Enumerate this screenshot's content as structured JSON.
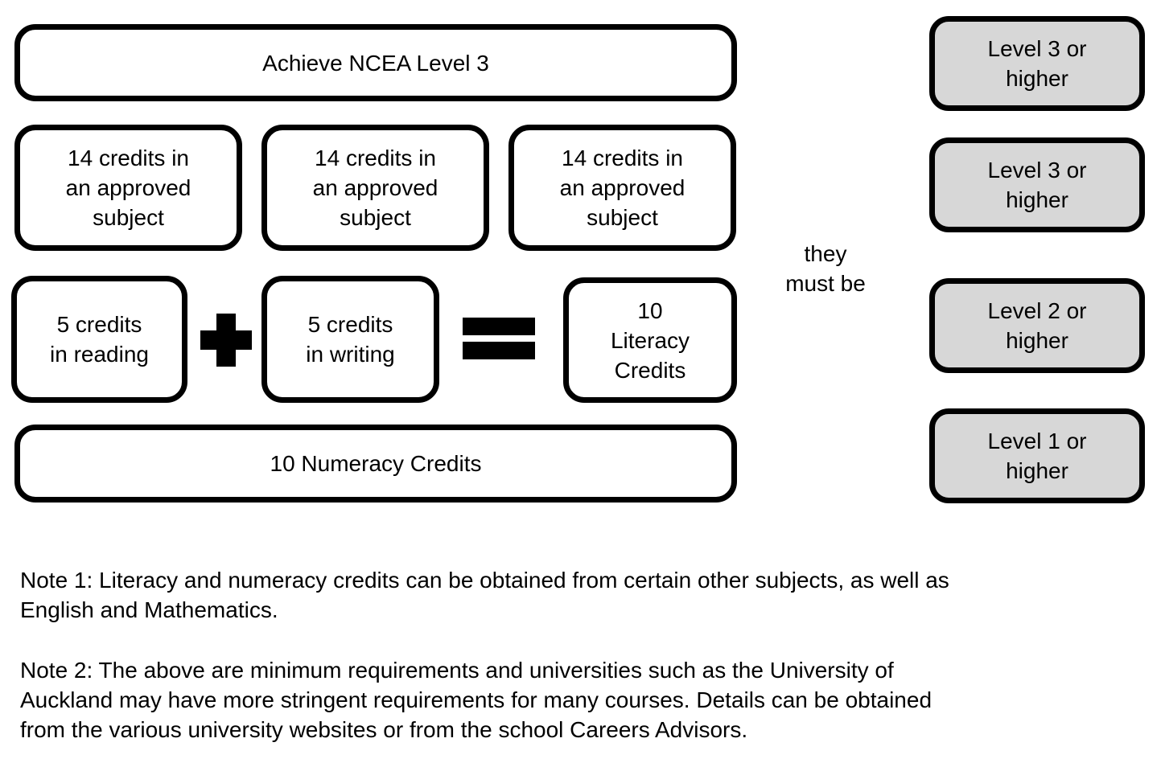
{
  "colors": {
    "background": "#ffffff",
    "box_border": "#000000",
    "box_fill_white": "#ffffff",
    "level_box_fill_gray": "#d7d7d7",
    "text": "#000000"
  },
  "flow": {
    "achieve_label": "Achieve NCEA Level 3",
    "subject_boxes": [
      {
        "label": "14 credits in\nan approved\nsubject"
      },
      {
        "label": "14 credits in\nan approved\nsubject"
      },
      {
        "label": "14 credits in\nan approved\nsubject"
      }
    ],
    "reading_label": "5 credits\nin reading",
    "plus_symbol": "+",
    "writing_label": "5 credits\nin writing",
    "equals_symbol": "=",
    "literacy_label": "10\nLiteracy\nCredits",
    "numeracy_label": "10 Numeracy Credits"
  },
  "connector": {
    "label": "they\nmust be"
  },
  "level_requirements": [
    {
      "label": "Level 3 or\nhigher"
    },
    {
      "label": "Level 3 or\nhigher"
    },
    {
      "label": "Level 2 or\nhigher"
    },
    {
      "label": "Level 1 or\nhigher"
    }
  ],
  "notes": [
    {
      "text": "Note 1: Literacy and numeracy credits can be obtained from certain other subjects, as well as\nEnglish and Mathematics."
    },
    {
      "text": "Note 2: The above are minimum requirements and universities such as the University of\nAuckland may have more stringent requirements for many courses. Details can be obtained\nfrom the various university websites or from the school Careers Advisors."
    }
  ]
}
